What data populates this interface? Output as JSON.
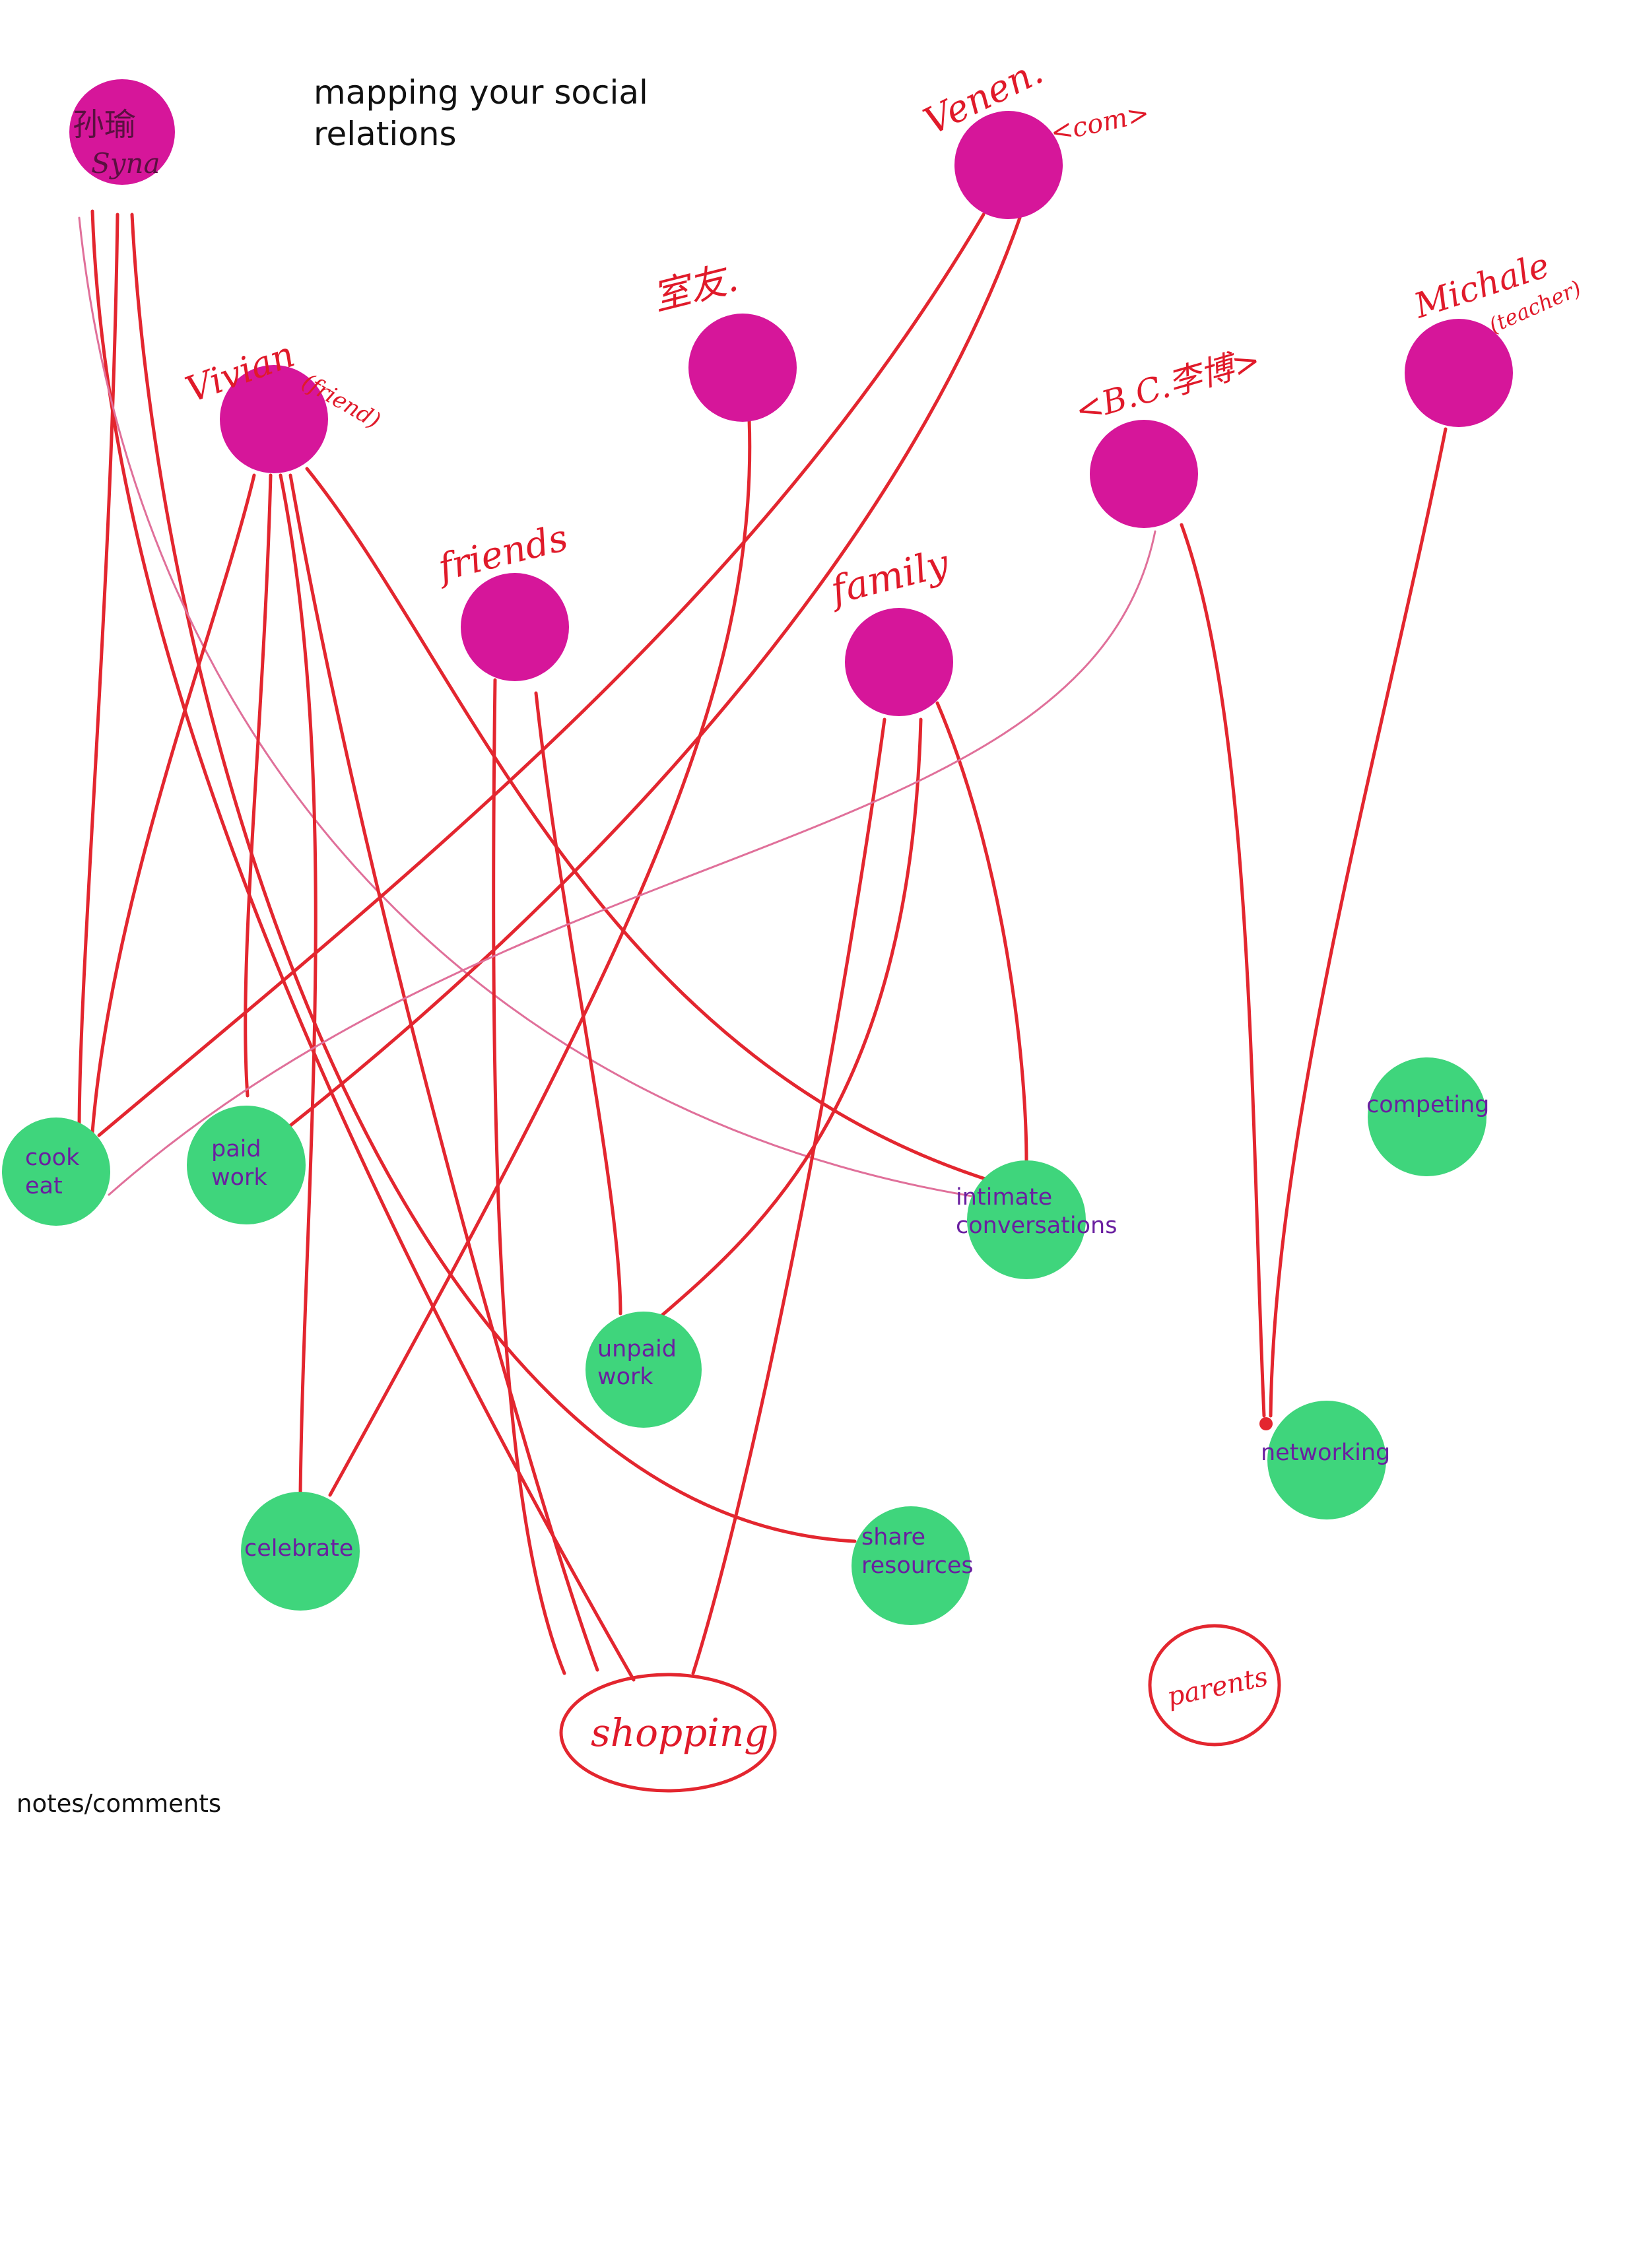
{
  "title_line1": "mapping your social",
  "title_line2": "relations",
  "notes_label": "notes/comments",
  "colors": {
    "person_node": "#d6169a",
    "activity_node": "#3fd57c",
    "pen_ink": "#e3262f",
    "activity_text": "#6a1fa0"
  },
  "people": {
    "sunyu_line1": "孙瑜",
    "sunyu_line2": "Syna",
    "vivian_name": "Vivian",
    "vivian_note": "(friend)",
    "friends": "friends",
    "classmate": "室友.",
    "family": "family",
    "venen_name": "Venen.",
    "venen_note": "<com>",
    "bc_name": "<B.C.李博>",
    "michale_name": "Michale",
    "michale_note": "(teacher)"
  },
  "activities": {
    "cook_line1": "cook",
    "cook_line2": "eat",
    "paid_line1": "paid",
    "paid_line2": "work",
    "competing": "competing",
    "intimate_line1": "intimate",
    "intimate_line2": "conversations",
    "unpaid_line1": "unpaid",
    "unpaid_line2": "work",
    "networking": "networking",
    "celebrate": "celebrate",
    "share_line1": "share",
    "share_line2": "resources",
    "shopping": "shopping",
    "parents": "parents"
  }
}
